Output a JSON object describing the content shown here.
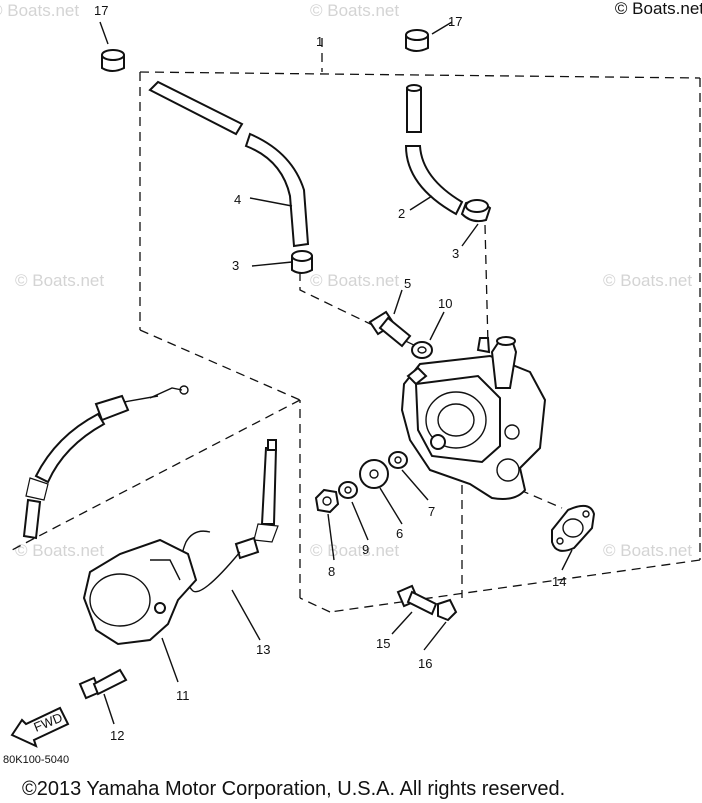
{
  "watermark": "© Boats.net",
  "brand_label": "© Boats.net",
  "diagram_code": "80K100-5040",
  "copyright": "©2013 Yamaha Motor Corporation, U.S.A. All rights reserved.",
  "fwd_label": "FWD",
  "callouts": {
    "c1": "1",
    "c2": "2",
    "c3a": "3",
    "c3b": "3",
    "c4": "4",
    "c5": "5",
    "c6": "6",
    "c7": "7",
    "c8": "8",
    "c9": "9",
    "c10": "10",
    "c11": "11",
    "c12": "12",
    "c13": "13",
    "c14": "14",
    "c15": "15",
    "c16": "16",
    "c17a": "17",
    "c17b": "17"
  }
}
